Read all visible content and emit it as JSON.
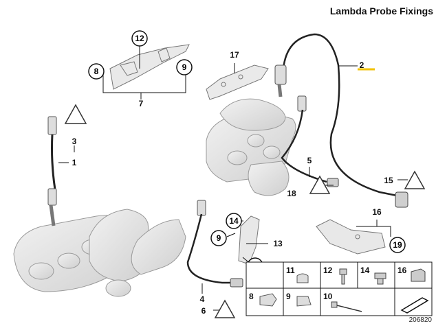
{
  "title": "Lambda Probe Fixings",
  "figure_number": "206820",
  "callouts": [
    "12",
    "8",
    "9",
    "7",
    "17",
    "2",
    "3",
    "1",
    "5",
    "18",
    "19",
    "15",
    "16",
    "14",
    "9",
    "13",
    "9",
    "4",
    "6"
  ],
  "legend_numbers": [
    "11",
    "12",
    "14",
    "16",
    "8",
    "9",
    "10"
  ],
  "colors": {
    "ink": "#111111",
    "part_fill": "#e6e6e6",
    "part_stroke": "#8a8a8a",
    "highlight": "#f2c200"
  }
}
